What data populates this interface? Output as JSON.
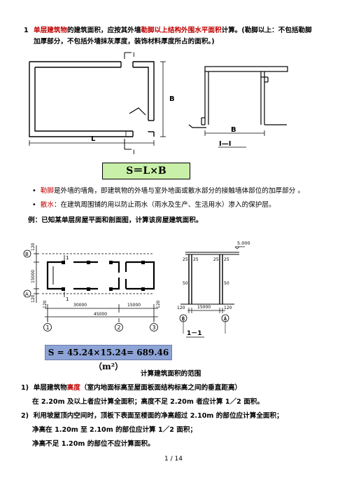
{
  "para1": {
    "num": "1",
    "seg1": "单层建筑物",
    "seg2": "的建筑面积，应按其外墙",
    "seg3": "勒脚以上结构外围水平面积",
    "seg4": "计算。(勒脚以上：不包括勒脚",
    "line2": "加厚部分，不包括外墙抹灰厚度，装饰材料厚度所占的面积。)"
  },
  "fig1": {
    "section_mark": "I",
    "label_l": "L",
    "label_b_vertical": "B",
    "label_b_section": "B",
    "section_caption": "I—I"
  },
  "formula1": "S＝L×B",
  "bullets": [
    {
      "term": "勒脚",
      "text": "是外墙的墙角，即建筑物的外墙与室外地面或散水部分的接触墙体部位的加厚部分 。"
    },
    {
      "term": "散水",
      "text": "：在建筑周围铺的用以防止雨水（雨水及生产、生活用水）渗入的保护层。"
    }
  ],
  "example": "例：已知某单层房屋平面和剖面图，计算该房屋建筑面积。",
  "fig2": {
    "axis_b": "B",
    "axis_a": "A",
    "axis_1": "1",
    "axis_2": "2",
    "axis_3": "3",
    "dim_120_top": "120",
    "dim_15000_v": "15000",
    "dim_120_bot": "120",
    "dim_120_left": "120",
    "dim_30000": "30000",
    "dim_15000_h": "15000",
    "dim_120_right": "120",
    "dim_45000": "45000",
    "section_mark": "1",
    "elev": "5.000",
    "sec_25a": "25",
    "sec_25b": "25",
    "sec_25c": "25",
    "sec_25d": "25",
    "sec_50a": "50",
    "sec_50b": "50",
    "sec_120a": "120",
    "sec_15000": "15000",
    "sec_120b": "120",
    "sec_axis_b": "B",
    "sec_axis_a": "A",
    "sec_caption": "1－1"
  },
  "formula2": "S = 45.24×15.24= 689.46（m²）",
  "heading": "计算建筑面积的范围",
  "items": [
    {
      "num": "1)",
      "seg1": "单层建筑物",
      "seg2": "高度",
      "seg3": "（室内地面标高至屋面板面结构标高之间的垂直距离）"
    },
    {
      "text": "在 2.20m 及以上者应计算全面积；高度不足 2.20m 者应计算 1／2 面积。"
    },
    {
      "num": "2)",
      "text": "利用坡屋顶内空间时，顶板下表面至楼面的净高超过 2.10m 的部位应计算全面积；"
    },
    {
      "text": "净高在 1.20m 至 2.10m 的部位应计算 1／2 面积；"
    },
    {
      "text": "净高不足 1.20m 的部位不应计算面积。"
    }
  ],
  "page_number": "1 / 14"
}
